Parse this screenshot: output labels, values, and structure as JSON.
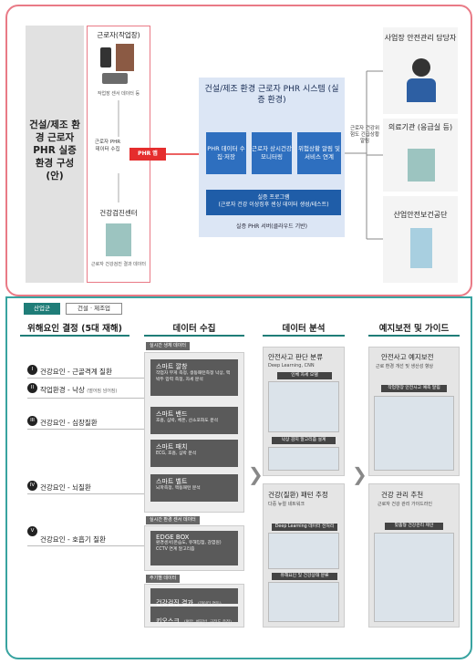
{
  "top": {
    "title": "건설/제조 환경 근로자 PHR 실증 환경 구성(안)",
    "worker": {
      "title": "근로자(작업장)",
      "sub": "작업장 센서 데이터 등",
      "collect": "근로자 PHR 데이터 수집",
      "app": "PHR 앱"
    },
    "health_center": {
      "title": "건강검진센터",
      "sub": "근로자 건강검진 결과 데이터"
    },
    "system": {
      "title": "건설/제조 환경 근로자 PHR 시스템 (실증 환경)",
      "boxes": [
        "PHR 데이터 수집·저장",
        "근로자 상시건강 모니터링",
        "위험상황 알림 및 서비스 연계"
      ],
      "program_title": "실증 프로그램",
      "program_sub": "(근로자 건강 이상징후 센싱 데이터 생성/테스트)",
      "server": "실증 PHR 서버(클라우드 기반)"
    },
    "notify": "근로자 건강위험도 긴급상황 알림",
    "destinations": [
      "사업장 안전관리 담당자",
      "의료기관 (응급실 등)",
      "산업안전보건공단"
    ]
  },
  "bottom": {
    "tag_active": "산업군",
    "tag_value": "건설 · 제조업",
    "columns": [
      "위해요인 결정 (5대 재해)",
      "데이터 수집",
      "데이터 분석",
      "예지보전 및 가이드"
    ],
    "risks": [
      {
        "num": "I",
        "label": "건강요인 - 근골격계 질환",
        "sub": ""
      },
      {
        "num": "II",
        "label": "작업환경 - 낙상",
        "sub": "(떨어짐 넘어짐)"
      },
      {
        "num": "III",
        "label": "건강요인 - 심장질환",
        "sub": ""
      },
      {
        "num": "IV",
        "label": "건강요인 - 뇌질환",
        "sub": ""
      },
      {
        "num": "V",
        "label": "건강요인 - 호흡기 질환",
        "sub": ""
      }
    ],
    "collect": {
      "realtime_bio": "실시간 생체 데이터",
      "devices": [
        {
          "title": "스마트 깔창",
          "sub": "작업자 무게 측정, 생동패턴측정 낙상, 맥박두 압력 측정, 자세 분석"
        },
        {
          "title": "스마트 밴드",
          "sub": "호흡, 심박, 체온, 산소포화도 분석"
        },
        {
          "title": "스마트 패치",
          "sub": "ECG, 호흡, 심박 분석"
        },
        {
          "title": "스마트 벨트",
          "sub": "뇌파측정, 맥동패턴 분석"
        }
      ],
      "realtime_env": "실시간 환경 센서 데이터",
      "edge_title": "EDGE BOX",
      "edge_sub": "환경센서(온습도, 유해입점, 감염원) CCTV 연계 알고리즘",
      "periodic": "주기별 데이터",
      "checkup": "건강검진 결과",
      "checkup_sub": "(데이터 연동)",
      "kiosk": "키오스크",
      "kiosk_sub": "(혈압, 체지방, 근전도 측정)"
    },
    "analysis": {
      "p1_title": "안전사고 판단 분류",
      "p1_sub": "Deep Learning, CNN",
      "p1_tag1": "인체 자세 모델",
      "p1_tag2": "낙상 감지 알고리즘 설계",
      "p2_title": "건강(질환) 패턴 추정",
      "p2_sub": "다중 뉴럴 네트워크",
      "p2_tag1": "Deep Learning 데이터 전처리",
      "p2_tag2": "유해요인 및 건강상태 분류"
    },
    "guide": {
      "p1_title": "안전사고 예지보전",
      "p1_sub": "근로 환경 개선 및 생산성 향상",
      "p1_tag": "작업현장 안전사고 예측 알림",
      "p2_title": "건강 관리 추천",
      "p2_sub": "근로자 건강 관리 가이드라인",
      "p2_tag": "맞춤형 건강관리 제안"
    }
  },
  "colors": {
    "pink": "#e97a86",
    "teal": "#1f7d78",
    "blue": "#2e6fbf"
  }
}
